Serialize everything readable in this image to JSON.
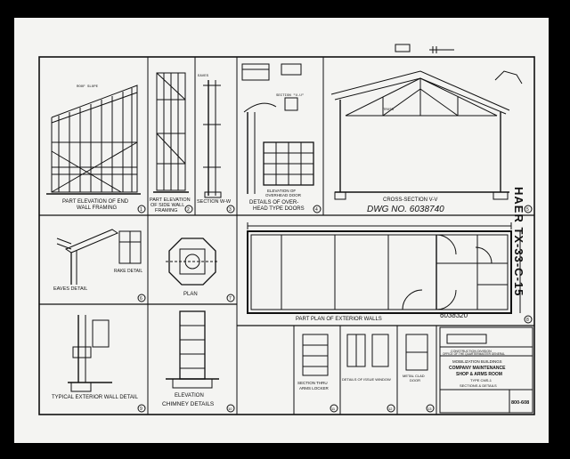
{
  "side_label": "HAER TX-33-C-15",
  "panels": {
    "p1": {
      "title": "PART ELEVATION OF END",
      "title2": "WALL FRAMING",
      "num": "1"
    },
    "p2": {
      "title": "PART ELEVATION",
      "title2": "OF SIDE WALL",
      "title3": "FRAMING",
      "num": "2"
    },
    "p3": {
      "title": "SECTION W-W",
      "num": "3"
    },
    "p4": {
      "title": "ELEVATION OF",
      "title2": "OVERHEAD DOOR",
      "title3": "DETAILS OF OVER-",
      "title4": "HEAD TYPE DOORS",
      "num": "4"
    },
    "p5": {
      "title": "CROSS-SECTION V-V",
      "dwg": "DWG NO. 6038740",
      "num": "5"
    },
    "p6": {
      "title": "EAVES DETAIL",
      "title2": "RAKE DETAIL",
      "num": "6"
    },
    "p7": {
      "title": "PLAN",
      "num": "7"
    },
    "p8": {
      "title": "PART PLAN OF EXTERIOR WALLS",
      "stamp": "6038320",
      "num": "8"
    },
    "p9": {
      "title": "TYPICAL EXTERIOR WALL DETAIL",
      "num": "9"
    },
    "p10": {
      "title": "ELEVATION",
      "title2": "CHIMNEY DETAILS",
      "num": "10"
    },
    "p11": {
      "title": "SECTION THRU",
      "title2": "ARMS LOCKER",
      "num": "11"
    },
    "p12": {
      "title": "DETAILS OF ISSUE WINDOW",
      "num": "12"
    },
    "p13": {
      "title": "METAL CLAD",
      "title2": "DOOR",
      "num": "13"
    }
  },
  "title_block": {
    "office": "CONSTRUCTION DIVISION",
    "office2": "OFFICE OF THE QUARTERMASTER GENERAL",
    "line1": "MOBILIZATION BUILDINGS",
    "line2": "COMPANY MAINTENANCE",
    "line3": "SHOP & ARMS ROOM",
    "line4": "TYPE CMS-1",
    "line5": "SECTIONS & DETAILS",
    "sheet_no": "800-608"
  }
}
